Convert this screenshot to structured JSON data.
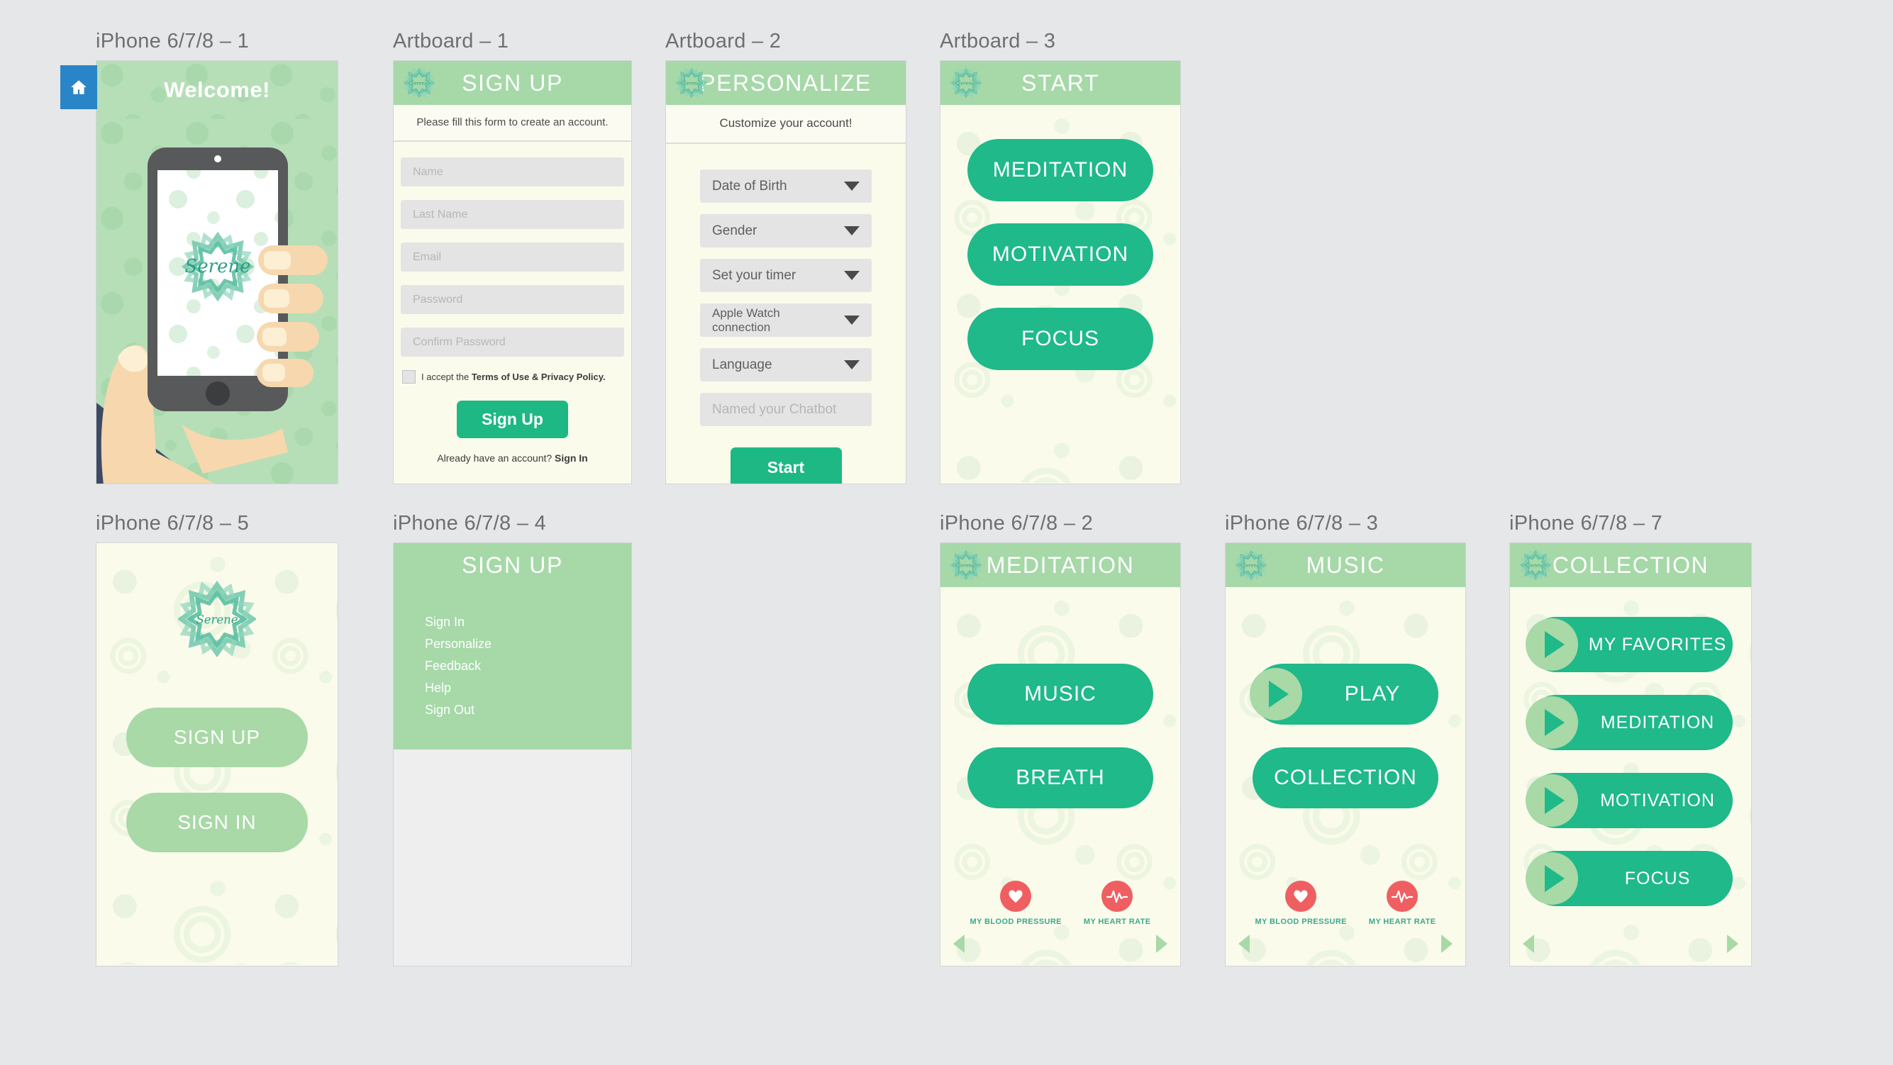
{
  "brand": {
    "name": "Serene",
    "accent": "#1fb98a",
    "header_green": "#a6d8a8",
    "cream": "#fbfbec",
    "coral": "#ef5f62"
  },
  "artboards": [
    {
      "label": "iPhone 6/7/8 – 1"
    },
    {
      "label": "Artboard – 1"
    },
    {
      "label": "Artboard – 2"
    },
    {
      "label": "Artboard – 3"
    },
    {
      "label": "iPhone 6/7/8 – 5"
    },
    {
      "label": "iPhone 6/7/8 – 4"
    },
    {
      "label": "iPhone 6/7/8 – 2"
    },
    {
      "label": "iPhone 6/7/8 – 3"
    },
    {
      "label": "iPhone 6/7/8 – 7"
    }
  ],
  "welcome_screen": {
    "title": "Welcome!",
    "logo_text": "Serene",
    "home_icon": "home-icon"
  },
  "signup_screen": {
    "header_title": "SIGN UP",
    "instruction": "Please fill this form to create an account.",
    "fields": [
      {
        "placeholder": "Name"
      },
      {
        "placeholder": "Last Name"
      },
      {
        "placeholder": "Email"
      },
      {
        "placeholder": "Password"
      },
      {
        "placeholder": "Confirm Password"
      }
    ],
    "terms_prefix": "I accept the ",
    "terms_link": "Terms of Use & Privacy Policy.",
    "submit_label": "Sign Up",
    "footer_prefix": "Already have an account? ",
    "footer_link": "Sign In"
  },
  "personalize_screen": {
    "header_title": "PERSONALIZE",
    "instruction": "Customize your account!",
    "selects": [
      {
        "label": "Date of Birth"
      },
      {
        "label": "Gender"
      },
      {
        "label": "Set your timer"
      },
      {
        "label": "Apple Watch connection"
      },
      {
        "label": "Language"
      }
    ],
    "chatbot_placeholder": "Named your Chatbot",
    "submit_label": "Start"
  },
  "start_screen": {
    "header_title": "START",
    "buttons": [
      {
        "label": "MEDITATION"
      },
      {
        "label": "MOTIVATION"
      },
      {
        "label": "FOCUS"
      }
    ]
  },
  "splash_screen": {
    "logo_text": "Serene",
    "buttons": [
      {
        "label": "SIGN UP"
      },
      {
        "label": "SIGN IN"
      }
    ]
  },
  "menu_screen": {
    "header_title": "SIGN UP",
    "items": [
      {
        "label": "Sign In"
      },
      {
        "label": "Personalize"
      },
      {
        "label": "Feedback"
      },
      {
        "label": "Help"
      },
      {
        "label": "Sign Out"
      }
    ]
  },
  "meditation_screen": {
    "header_title": "MEDITATION",
    "buttons": [
      {
        "label": "MUSIC"
      },
      {
        "label": "BREATH"
      }
    ],
    "health_items": [
      {
        "label": "MY BLOOD PRESSURE",
        "icon": "heart-icon"
      },
      {
        "label": "MY HEART RATE",
        "icon": "pulse-icon"
      }
    ]
  },
  "music_screen": {
    "header_title": "MUSIC",
    "buttons": [
      {
        "label": "PLAY",
        "icon": "play-icon"
      },
      {
        "label": "COLLECTION"
      }
    ],
    "health_items": [
      {
        "label": "MY BLOOD PRESSURE",
        "icon": "heart-icon"
      },
      {
        "label": "MY HEART RATE",
        "icon": "pulse-icon"
      }
    ]
  },
  "collection_screen": {
    "header_title": "COLLECTION",
    "items": [
      {
        "label": "MY FAVORITES",
        "icon": "play-icon"
      },
      {
        "label": "MEDITATION",
        "icon": "play-icon"
      },
      {
        "label": "MOTIVATION",
        "icon": "play-icon"
      },
      {
        "label": "FOCUS",
        "icon": "play-icon"
      }
    ]
  }
}
